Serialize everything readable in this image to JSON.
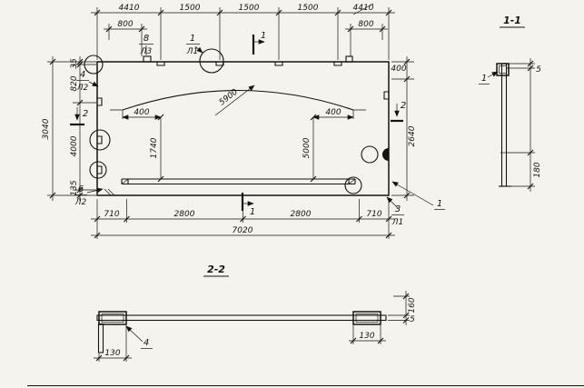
{
  "main_view": {
    "dims_top": [
      "4410",
      "1500",
      "1500",
      "1500",
      "4410"
    ],
    "dim_800_left": "800",
    "dim_800_right": "800",
    "dims_left": [
      "35",
      "820",
      "4000",
      "135"
    ],
    "dim_height_total": "3040",
    "dim_400_right": "400",
    "dim_2640": "2640",
    "dim_5900": "5900",
    "dim_400_inner_left": "400",
    "dim_400_inner_right": "400",
    "dim_1740": "1740",
    "dim_5000": "5000",
    "dims_bottom": [
      "710",
      "2800",
      "2800",
      "710"
    ],
    "dim_width_total": "7020",
    "marks": {
      "pos8": "8",
      "pos8_sheet": "Л3",
      "pos1": "1",
      "pos1_sheet": "Л1",
      "pos4": "4",
      "pos4_sheet": "Л2",
      "pos6": "6",
      "pos6_sheet": "Л2",
      "pos3": "3",
      "pos3_sheet": "Л1",
      "callout1": "1"
    },
    "section_marks": {
      "s1": "1",
      "s2": "2"
    }
  },
  "section_1_1": {
    "title": "1-1",
    "callout1": "1",
    "dim_5": "5",
    "dim_180": "180"
  },
  "section_2_2": {
    "title": "2-2",
    "dim_130_left": "130",
    "dim_130_right": "130",
    "dim_5": "5",
    "dim_160": "160",
    "callout4": "4"
  }
}
